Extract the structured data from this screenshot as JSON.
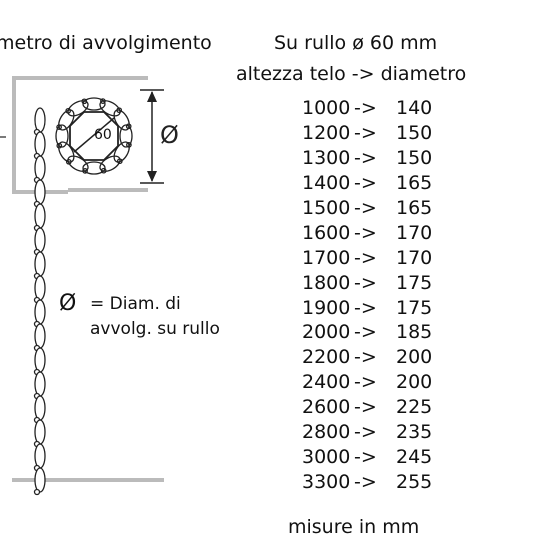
{
  "title_left": "metro di avvolgimento",
  "title_right": "Su rullo ø 60 mm",
  "subtitle": "altezza telo -> diametro",
  "rows": [
    {
      "height": "1000",
      "arrow": "->",
      "diameter": "140"
    },
    {
      "height": "1200",
      "arrow": "->",
      "diameter": "150"
    },
    {
      "height": "1300",
      "arrow": "->",
      "diameter": "150"
    },
    {
      "height": "1400",
      "arrow": "->",
      "diameter": "165"
    },
    {
      "height": "1500",
      "arrow": "->",
      "diameter": "165"
    },
    {
      "height": "1600",
      "arrow": "->",
      "diameter": "170"
    },
    {
      "height": "1700",
      "arrow": "->",
      "diameter": "170"
    },
    {
      "height": "1800",
      "arrow": "->",
      "diameter": "175"
    },
    {
      "height": "1900",
      "arrow": "->",
      "diameter": "175"
    },
    {
      "height": "2000",
      "arrow": "->",
      "diameter": "185"
    },
    {
      "height": "2200",
      "arrow": "->",
      "diameter": "200"
    },
    {
      "height": "2400",
      "arrow": "->",
      "diameter": "200"
    },
    {
      "height": "2600",
      "arrow": "->",
      "diameter": "225"
    },
    {
      "height": "2800",
      "arrow": "->",
      "diameter": "235"
    },
    {
      "height": "3000",
      "arrow": "->",
      "diameter": "245"
    },
    {
      "height": "3300",
      "arrow": "->",
      "diameter": "255"
    }
  ],
  "legend": {
    "symbol": "Ø",
    "line1": "= Diam. di",
    "line2": "avvolg. su rullo"
  },
  "diagram": {
    "roller_label": "60",
    "diameter_symbol": "Ø"
  },
  "footer": "misure in mm",
  "colors": {
    "text": "#111111",
    "frame": "#bbbbbb",
    "line": "#222222"
  }
}
